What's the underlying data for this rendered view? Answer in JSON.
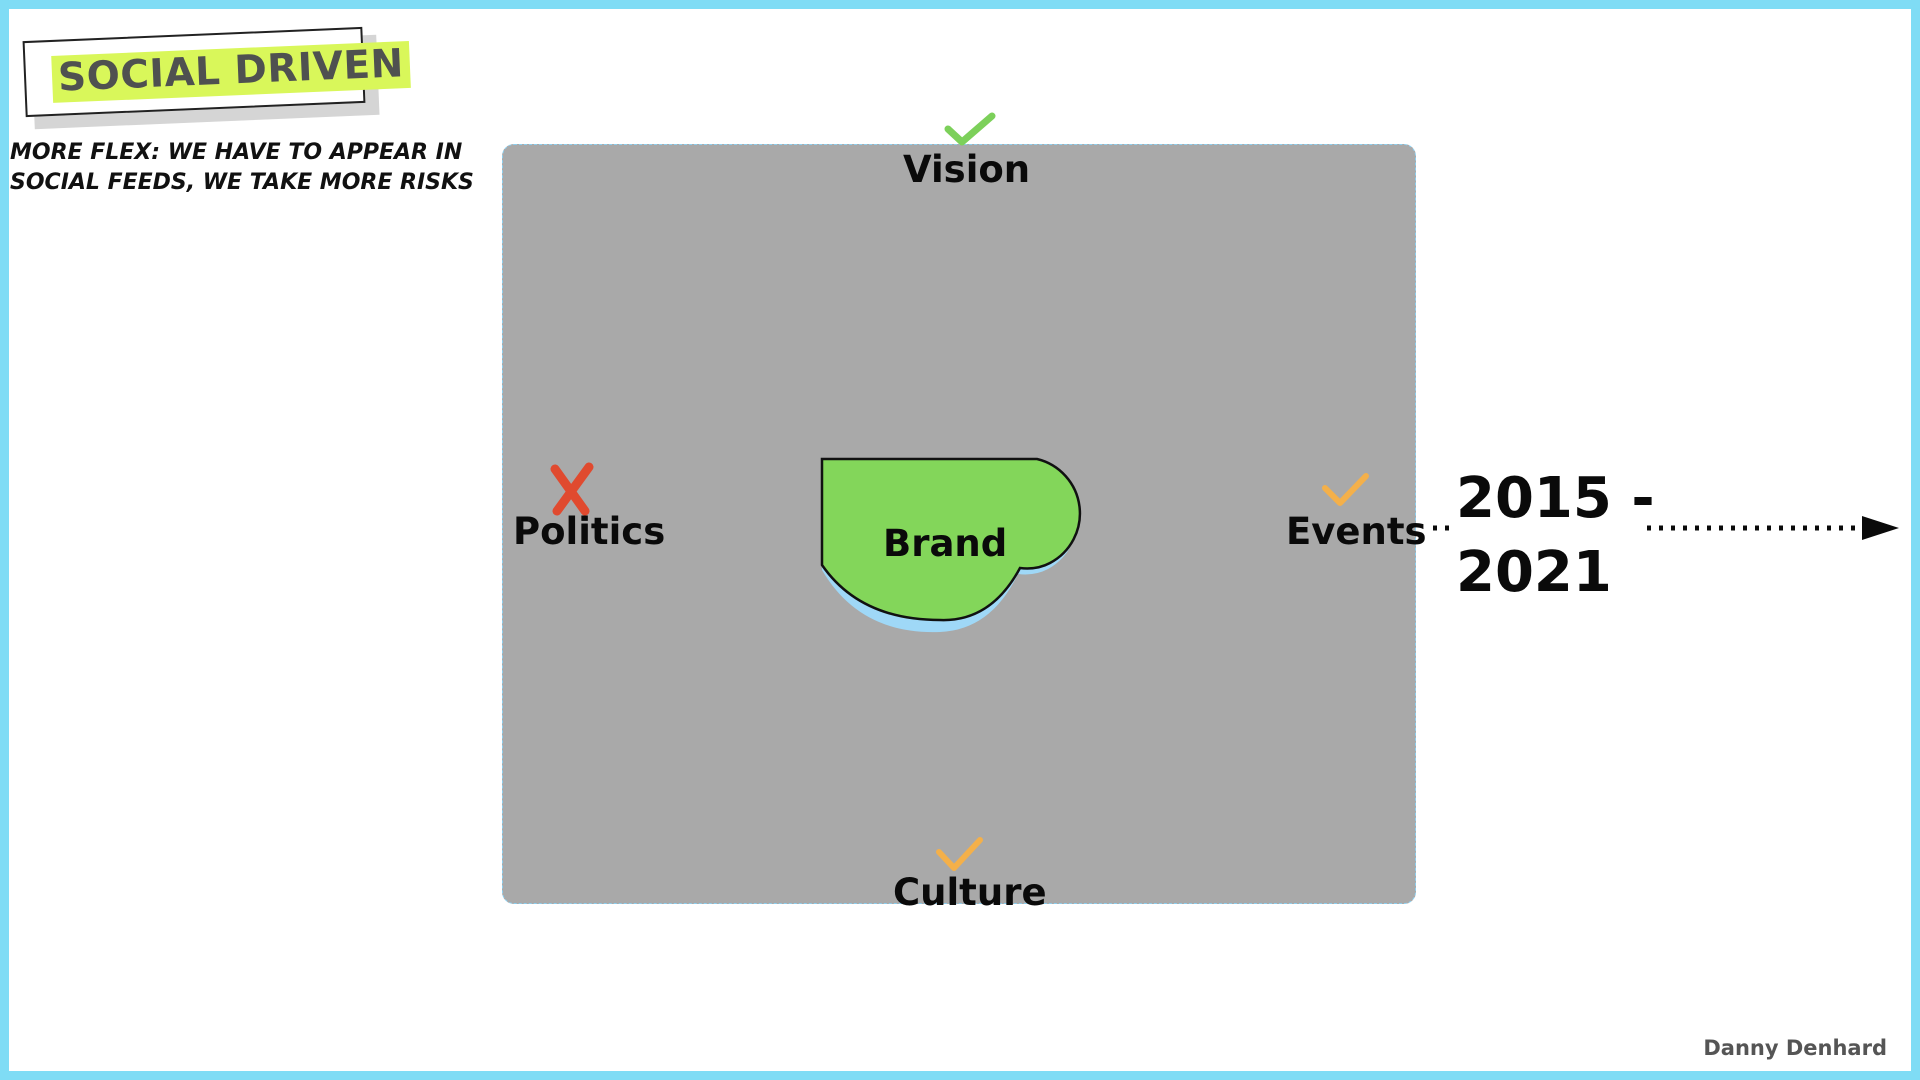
{
  "header": {
    "tag": "SOCIAL DRIVEN",
    "subtitle_line1": "MORE FLEX: WE HAVE TO APPEAR IN",
    "subtitle_line2": "SOCIAL FEEDS, WE TAKE MORE RISKS"
  },
  "diagram": {
    "center": "Brand",
    "top": {
      "label": "Vision",
      "status": "check",
      "color": "#7cd05a"
    },
    "left": {
      "label": "Politics",
      "status": "cross",
      "color": "#e04a2f"
    },
    "right": {
      "label": "Events",
      "status": "check",
      "color": "#f4b04a"
    },
    "bottom": {
      "label": "Culture",
      "status": "check",
      "color": "#f4b04a"
    },
    "brand_color": "#83d65a",
    "board_color": "#a9a9a9",
    "shadow_color": "#9fd8f7"
  },
  "timeline": {
    "year_line1": "2015 -",
    "year_line2": "2021"
  },
  "footer": {
    "credit": "Danny Denhard"
  }
}
